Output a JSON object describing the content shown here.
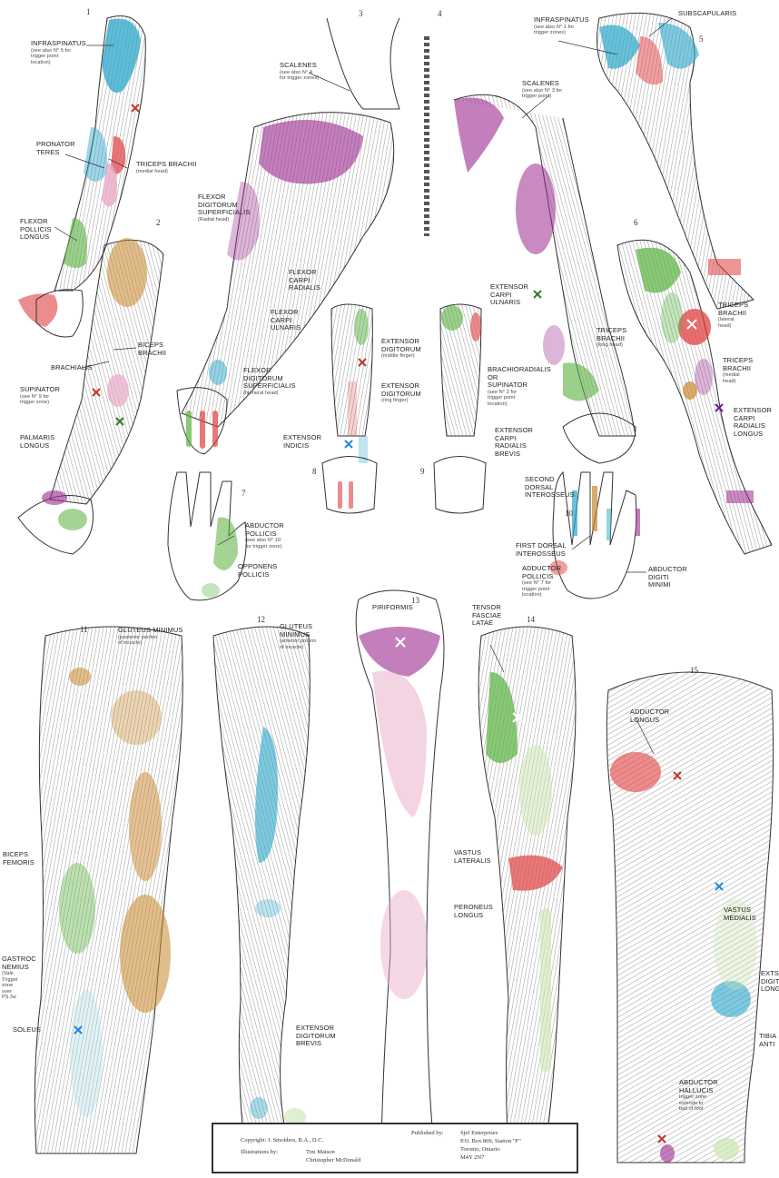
{
  "colors": {
    "blue": "#2aa5c9",
    "magenta": "#9b2a8e",
    "green": "#57b13d",
    "red": "#e0403f",
    "orange": "#c9862c",
    "pink": "#e8a9c6",
    "lightgreen": "#c8e6b0",
    "lightblue": "#a9dbe8",
    "salmon": "#e8705a"
  },
  "figures": [
    {
      "num": "1",
      "labels": [
        {
          "text": "INFRASPINATUS",
          "sub": "(see also N° 5 for\ntrigger point\nlocation)"
        },
        {
          "text": "PRONATOR\nTERES"
        },
        {
          "text": "TRICEPS BRACHII",
          "sub": "(medial head)"
        },
        {
          "text": "FLEXOR\nPOLLICIS\nLONGUS"
        }
      ]
    },
    {
      "num": "2",
      "labels": [
        {
          "text": "BICEPS\nBRACHII"
        },
        {
          "text": "BRACHIALIS"
        },
        {
          "text": "SUPINATOR",
          "sub": "(see N° 9 for\ntrigger zone)"
        },
        {
          "text": "PALMARIS\nLONGUS"
        }
      ]
    },
    {
      "num": "3",
      "labels": [
        {
          "text": "SCALENES",
          "sub": "(see also N° 4\nfor trigger zones)"
        },
        {
          "text": "FLEXOR\nDIGITORUM\nSUPERFICIALIS",
          "sub": "(Radial head)"
        },
        {
          "text": "FLEXOR\nCARPI\nRADIALIS"
        },
        {
          "text": "FLEXOR\nCARPI\nULNARIS"
        },
        {
          "text": "FLEXOR\nDIGITORUM\nSUPERFICIALIS",
          "sub": "(humeral head)"
        }
      ]
    },
    {
      "num": "4",
      "labels": [
        {
          "text": "SCALENES",
          "sub": "(see also N° 3 for\ntrigger point)"
        },
        {
          "text": "EXTENSOR\nCARPI\nULNARIS"
        }
      ]
    },
    {
      "num": "5",
      "labels": [
        {
          "text": "INFRASPINATUS",
          "sub": "(see also N° 1 for\ntrigger zones)"
        },
        {
          "text": "SUBSCAPULARIS"
        }
      ]
    },
    {
      "num": "6",
      "labels": [
        {
          "text": "TRICEPS\nBRACHII",
          "sub": "(long head)"
        },
        {
          "text": "TRICEPS\nBRACHII",
          "sub": "(lateral\nhead)"
        },
        {
          "text": "TRICEPS\nBRACHII",
          "sub": "(medial\nhead)"
        },
        {
          "text": "EXTENSOR\nCARPI\nRADIALIS\nLONGUS"
        }
      ]
    },
    {
      "num": "7",
      "labels": [
        {
          "text": "ABDUCTOR\nPOLLICIS",
          "sub": "(see also N° 10\nfor trigger zone)"
        },
        {
          "text": "OPPONENS\nPOLLICIS"
        }
      ]
    },
    {
      "num": "8",
      "labels": [
        {
          "text": "EXTENSOR\nDIGITORUM",
          "sub": "(middle finger)"
        },
        {
          "text": "EXTENSOR\nDIGITORUM",
          "sub": "(ring finger)"
        },
        {
          "text": "EXTENSOR\nINDICIS"
        }
      ]
    },
    {
      "num": "9",
      "labels": [
        {
          "text": "BRACHIORADIALIS\nOR\nSUPINATOR",
          "sub": "(see N° 2 for\ntrigger point\nlocation)"
        },
        {
          "text": "EXTENSOR\nCARPI\nRADIALIS\nBREVIS"
        }
      ]
    },
    {
      "num": "10",
      "labels": [
        {
          "text": "SECOND\nDORSAL\nINTEROSSEUS"
        },
        {
          "text": "FIRST DORSAL\nINTEROSSEUS"
        },
        {
          "text": "ADDUCTOR\nPOLLICIS",
          "sub": "(see N° 7 for\ntrigger point\nlocation)"
        },
        {
          "text": "ABDUCTOR\nDIGITI\nMINIMI"
        }
      ]
    },
    {
      "num": "11",
      "labels": [
        {
          "text": "GLUTEUS MINIMUS",
          "sub": "(posterior portion\nof muscle)"
        },
        {
          "text": "BICEPS\nFEMORIS"
        },
        {
          "text": "GASTROC\nNEMIUS",
          "sub": "(Vale\nTrigger\nzone\nover\nPS.Se"
        },
        {
          "text": "SOLEUS"
        }
      ]
    },
    {
      "num": "12",
      "labels": [
        {
          "text": "GLUTEUS\nMINIMUS",
          "sub": "(anterior portion\nof muscle)"
        },
        {
          "text": "EXTENSOR\nDIGITORUM\nBREVIS"
        }
      ]
    },
    {
      "num": "13",
      "labels": [
        {
          "text": "PIRIFORMIS"
        }
      ]
    },
    {
      "num": "14",
      "labels": [
        {
          "text": "TENSOR\nFASCIAE\nLATAE"
        },
        {
          "text": "VASTUS\nLATERALIS"
        },
        {
          "text": "PERONEUS\nLONGUS"
        }
      ]
    },
    {
      "num": "15",
      "labels": [
        {
          "text": "ADDUCTOR\nLONGUS"
        },
        {
          "text": "VASTUS\nMEDIALIS"
        },
        {
          "text": "EXTS\nDIGIT\nLONG"
        },
        {
          "text": "TIBIA\nANTI"
        },
        {
          "text": "ABDUCTOR\nHALLUCIS",
          "sub": "trigger zone\nextends to\nball of foot"
        }
      ]
    }
  ],
  "credits": {
    "copyright": "Copyright: J. Smolders, B.A., D.C.",
    "illustrations_label": "Illustrations by:",
    "illustrator1": "Tim Matson",
    "illustrator2": "Christopher McDonald",
    "published_label": "Published by:",
    "publisher": "Sjef Enterprises",
    "address1": "P.O. Box 869, Station \"F\"",
    "address2": "Toronto, Ontario",
    "postal": "M4Y 2N7"
  }
}
